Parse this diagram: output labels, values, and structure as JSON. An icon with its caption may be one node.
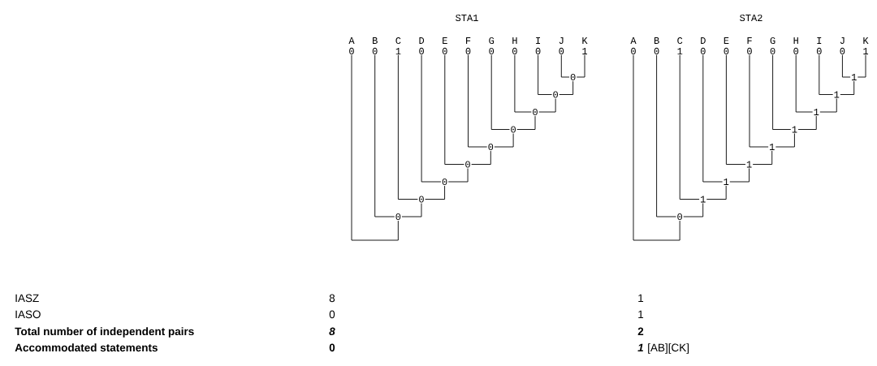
{
  "diagram": {
    "nodes": [
      {
        "text": [
          "A",
          "0"
        ]
      },
      {
        "text": [
          "B",
          "0"
        ]
      },
      {
        "text": [
          "C",
          "1"
        ]
      },
      {
        "text": [
          "D",
          "0"
        ]
      },
      {
        "text": [
          "E",
          "0"
        ]
      },
      {
        "text": [
          "F",
          "0"
        ]
      },
      {
        "text": [
          "G",
          "0"
        ]
      },
      {
        "text": [
          "H",
          "0"
        ]
      },
      {
        "text": [
          "I",
          "0"
        ]
      },
      {
        "text": [
          "J",
          "0"
        ]
      },
      {
        "text": [
          "K",
          "1"
        ]
      },
      {
        "text": [
          "0"
        ]
      },
      {
        "text": [
          "0"
        ]
      },
      {
        "text": [
          "0"
        ]
      },
      {
        "text": [
          "0"
        ]
      },
      {
        "text": [
          "0"
        ]
      },
      {
        "text": [
          "0"
        ]
      },
      {
        "text": [
          "0"
        ]
      },
      {
        "text": [
          "0"
        ]
      },
      {
        "text": [
          "0"
        ]
      },
      {
        "text": [
          "A",
          "0"
        ]
      },
      {
        "text": [
          "B",
          "0"
        ]
      },
      {
        "text": [
          "C",
          "1"
        ]
      },
      {
        "text": [
          "D",
          "0"
        ]
      },
      {
        "text": [
          "E",
          "0"
        ]
      },
      {
        "text": [
          "F",
          "0"
        ]
      },
      {
        "text": [
          "G",
          "0"
        ]
      },
      {
        "text": [
          "H",
          "0"
        ]
      },
      {
        "text": [
          "I",
          "0"
        ]
      },
      {
        "text": [
          "J",
          "0"
        ]
      },
      {
        "text": [
          "K",
          "1"
        ]
      },
      {
        "text": [
          "1"
        ]
      },
      {
        "text": [
          "1"
        ]
      },
      {
        "text": [
          "1"
        ]
      },
      {
        "text": [
          "1"
        ]
      },
      {
        "text": [
          "1"
        ]
      },
      {
        "text": [
          "1"
        ]
      },
      {
        "text": [
          "1"
        ]
      },
      {
        "text": [
          "1"
        ]
      },
      {
        "text": [
          "0"
        ]
      }
    ],
    "edges": [
      {
        "from": 11,
        "to": 9,
        "arrow": "none"
      },
      {
        "from": 11,
        "to": 10,
        "arrow": "none"
      },
      {
        "from": 12,
        "to": 8,
        "arrow": "none"
      },
      {
        "from": 12,
        "to": 11,
        "arrow": "none"
      },
      {
        "from": 13,
        "to": 7,
        "arrow": "none"
      },
      {
        "from": 13,
        "to": 12,
        "arrow": "none"
      },
      {
        "from": 14,
        "to": 6,
        "arrow": "none"
      },
      {
        "from": 14,
        "to": 13,
        "arrow": "none"
      },
      {
        "from": 15,
        "to": 5,
        "arrow": "none"
      },
      {
        "from": 15,
        "to": 14,
        "arrow": "none"
      },
      {
        "from": 16,
        "to": 4,
        "arrow": "none"
      },
      {
        "from": 16,
        "to": 15,
        "arrow": "none"
      },
      {
        "from": 17,
        "to": 3,
        "arrow": "none"
      },
      {
        "from": 17,
        "to": 16,
        "arrow": "none"
      },
      {
        "from": 18,
        "to": 2,
        "arrow": "none"
      },
      {
        "from": 18,
        "to": 17,
        "arrow": "none"
      },
      {
        "from": 19,
        "to": 1,
        "arrow": "none"
      },
      {
        "from": 19,
        "to": 18,
        "arrow": "none"
      },
      {
        "from": 0,
        "to": 19,
        "arrow": "none"
      },
      {
        "from": 31,
        "to": 29,
        "arrow": "none"
      },
      {
        "from": 31,
        "to": 30,
        "arrow": "none"
      },
      {
        "from": 32,
        "to": 28,
        "arrow": "none"
      },
      {
        "from": 32,
        "to": 31,
        "arrow": "none"
      },
      {
        "from": 33,
        "to": 27,
        "arrow": "none"
      },
      {
        "from": 33,
        "to": 32,
        "arrow": "none"
      },
      {
        "from": 34,
        "to": 26,
        "arrow": "none"
      },
      {
        "from": 34,
        "to": 33,
        "arrow": "none"
      },
      {
        "from": 35,
        "to": 25,
        "arrow": "none"
      },
      {
        "from": 35,
        "to": 34,
        "arrow": "none"
      },
      {
        "from": 36,
        "to": 24,
        "arrow": "none"
      },
      {
        "from": 36,
        "to": 35,
        "arrow": "none"
      },
      {
        "from": 37,
        "to": 23,
        "arrow": "none"
      },
      {
        "from": 37,
        "to": 36,
        "arrow": "none"
      },
      {
        "from": 38,
        "to": 22,
        "arrow": "none"
      },
      {
        "from": 38,
        "to": 37,
        "arrow": "none"
      },
      {
        "from": 39,
        "to": 21,
        "arrow": "none"
      },
      {
        "from": 39,
        "to": 38,
        "arrow": "none"
      },
      {
        "from": 20,
        "to": 39,
        "arrow": "none"
      }
    ],
    "labels": [
      "STA1",
      "STA2",
      "IASZ",
      "8",
      "1",
      "IASO",
      "0",
      "1",
      "Total number of independent pairs",
      "8",
      "2",
      "Accommodated statements",
      "0",
      "1",
      "[AB][CK]"
    ]
  }
}
